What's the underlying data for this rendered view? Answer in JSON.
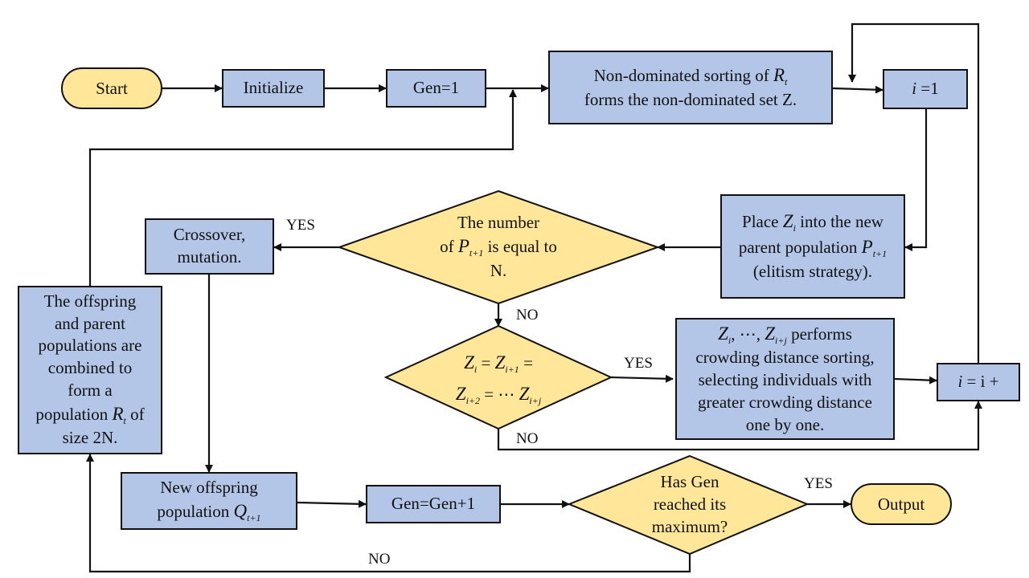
{
  "nodes": {
    "start": "Start",
    "initialize": "Initialize",
    "gen1": "Gen=1",
    "nds_line1": "Non-dominated sorting of",
    "nds_line2": "forms the non-dominated set Z.",
    "i1": "=1",
    "place_line1_pre": "Place",
    "place_line1_post": "into the new",
    "place_line2": "parent population",
    "place_line3": "(elitism strategy).",
    "decision_n_line1": "The number",
    "decision_n_line2_pre": "of",
    "decision_n_line2_post": "is equal to",
    "decision_n_line3": "N.",
    "crossover_line1": "Crossover,",
    "crossover_line2": "mutation.",
    "combine_line1": "The offspring",
    "combine_line2": "and parent",
    "combine_line3": "populations are",
    "combine_line4": "combined to",
    "combine_line5": "form a",
    "combine_line6_pre": "population",
    "combine_line6_post": "of",
    "combine_line7": "size 2N.",
    "crowd_line1_post": "performs",
    "crowd_line2": "crowding distance sorting,",
    "crowd_line3": "selecting individuals with",
    "crowd_line4": "greater crowding distance",
    "crowd_line5": "one by one.",
    "i_inc": "= i +",
    "new_off_line1": "New offspring",
    "new_off_line2": "population",
    "gen_inc": "Gen=Gen+1",
    "max_line1": "Has Gen",
    "max_line2": "reached its",
    "max_line3": "maximum?",
    "output": "Output"
  },
  "labels": {
    "yes_crossover": "YES",
    "no_equal": "NO",
    "yes_crowd": "YES",
    "no_skip": "NO",
    "yes_output": "YES",
    "no_loop": "NO"
  },
  "colors": {
    "process_fill": "#b4c6e7",
    "decision_fill": "#ffe699",
    "stroke": "#111111"
  }
}
